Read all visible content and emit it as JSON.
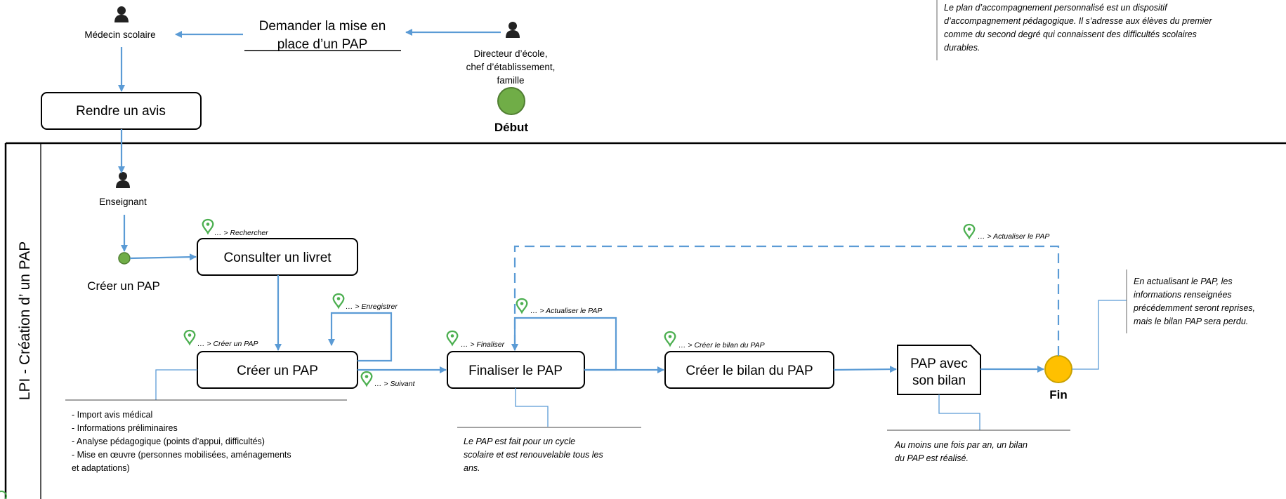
{
  "lane": {
    "label": "LPI - Création d’ un PAP"
  },
  "actors": {
    "medecin": "Médecin scolaire",
    "directeur_lines": [
      "Directeur d’école,",
      "chef d’établissement,",
      "famille"
    ],
    "enseignant": "Enseignant"
  },
  "request": {
    "lines": [
      "Demander la mise en",
      "place d’un PAP"
    ]
  },
  "start": {
    "label": "Début",
    "color": "#70ad47"
  },
  "end": {
    "label": "Fin",
    "color": "#ffc000"
  },
  "sub_start_label": "Créer un PAP",
  "boxes": {
    "avis": "Rendre un avis",
    "consulter": "Consulter un livret",
    "creer": "Créer un PAP",
    "finaliser": "Finaliser le PAP",
    "bilan": "Créer le bilan du PAP"
  },
  "document": {
    "lines": [
      "PAP avec",
      "son bilan"
    ]
  },
  "pins": {
    "rechercher": "… > Rechercher",
    "creer_pap": "… > Créer un PAP",
    "enregistrer": "… > Enregistrer",
    "suivant": "… > Suivant",
    "finaliser": "… > Finaliser",
    "actualiser_1": "… > Actualiser le PAP",
    "creer_bilan": "… > Créer le bilan du PAP",
    "actualiser_2": "… > Actualiser le PAP"
  },
  "notes": {
    "top_right": [
      "Le plan d’accompagnement personnalisé est un dispositif",
      "d’accompagnement pédagogique. Il s’adresse aux élèves du premier",
      "comme du second degré qui connaissent des difficultés scolaires",
      "durables."
    ],
    "actualiser": [
      "En actualisant le PAP, les",
      "informations renseignées",
      "précédemment seront reprises,",
      "mais le bilan PAP sera perdu."
    ],
    "cycle": [
      "Le PAP est fait pour un cycle",
      "scolaire et est renouvelable tous les",
      "ans."
    ],
    "bilan": [
      "Au moins une fois par an, un bilan",
      "du PAP est réalisé."
    ]
  },
  "creer_details": [
    "- Import avis médical",
    "- Informations préliminaires",
    "- Analyse pédagogique (points d’appui, difficultés)",
    "- Mise en œuvre (personnes mobilisées, aménagements",
    "et adaptations)"
  ],
  "colors": {
    "flow": "#5b9bd5",
    "pin": "#4caf50"
  }
}
